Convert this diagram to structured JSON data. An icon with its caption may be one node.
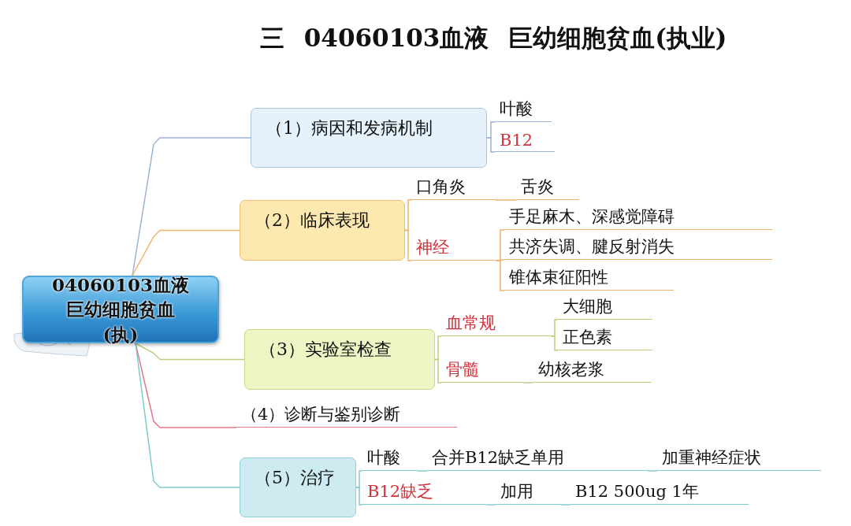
{
  "diagram": {
    "title": "三 04060103血液 巨幼细胞贫血(执业)",
    "nodes": [
      {
        "text": [
          "04060103血液巨幼细胞贫血(执)"
        ]
      },
      {
        "text": [
          "（1）病因和发病机制"
        ]
      },
      {
        "text": [
          "叶酸"
        ]
      },
      {
        "text": [
          "B12"
        ]
      },
      {
        "text": [
          "（2）临床表现"
        ]
      },
      {
        "text": [
          "口角炎"
        ]
      },
      {
        "text": [
          "舌炎"
        ]
      },
      {
        "text": [
          "神经"
        ]
      },
      {
        "text": [
          "手足麻木、深感觉障碍"
        ]
      },
      {
        "text": [
          "共济失调、腱反射消失"
        ]
      },
      {
        "text": [
          "锥体束征阳性"
        ]
      },
      {
        "text": [
          "（3）实验室检查"
        ]
      },
      {
        "text": [
          "血常规"
        ]
      },
      {
        "text": [
          "大细胞"
        ]
      },
      {
        "text": [
          "正色素"
        ]
      },
      {
        "text": [
          "骨髓"
        ]
      },
      {
        "text": [
          "幼核老浆"
        ]
      },
      {
        "text": [
          "（4）诊断与鉴别诊断"
        ]
      },
      {
        "text": [
          "（5）治疗"
        ]
      },
      {
        "text": [
          "叶酸"
        ]
      },
      {
        "text": [
          "合并B12缺乏单用"
        ]
      },
      {
        "text": [
          "加重神经症状"
        ]
      },
      {
        "text": [
          "B12缺乏"
        ]
      },
      {
        "text": [
          "加用"
        ]
      },
      {
        "text": [
          "B12 500ug 1年"
        ]
      }
    ],
    "edges": [
      {
        "from": 0,
        "to": 1,
        "arrow": "none",
        "color": "#9db3d3"
      },
      {
        "from": 1,
        "to": 2,
        "arrow": "none",
        "color": "#9db3d3"
      },
      {
        "from": 1,
        "to": 3,
        "arrow": "none",
        "color": "#9db3d3"
      },
      {
        "from": 0,
        "to": 4,
        "arrow": "none",
        "color": "#efb36a"
      },
      {
        "from": 4,
        "to": 5,
        "arrow": "none",
        "color": "#efb36a"
      },
      {
        "from": 5,
        "to": 6,
        "arrow": "none",
        "color": "#efb36a"
      },
      {
        "from": 4,
        "to": 7,
        "arrow": "none",
        "color": "#efb36a"
      },
      {
        "from": 7,
        "to": 8,
        "arrow": "none",
        "color": "#efb36a"
      },
      {
        "from": 7,
        "to": 9,
        "arrow": "none",
        "color": "#efb36a"
      },
      {
        "from": 7,
        "to": 10,
        "arrow": "none",
        "color": "#efb36a"
      },
      {
        "from": 0,
        "to": 11,
        "arrow": "none",
        "color": "#b9cf7a"
      },
      {
        "from": 11,
        "to": 12,
        "arrow": "none",
        "color": "#b9cf7a"
      },
      {
        "from": 12,
        "to": 13,
        "arrow": "none",
        "color": "#b9cf7a"
      },
      {
        "from": 12,
        "to": 14,
        "arrow": "none",
        "color": "#b9cf7a"
      },
      {
        "from": 11,
        "to": 15,
        "arrow": "none",
        "color": "#b9cf7a"
      },
      {
        "from": 15,
        "to": 16,
        "arrow": "none",
        "color": "#b9cf7a"
      },
      {
        "from": 0,
        "to": 17,
        "arrow": "none",
        "color": "#e0788a"
      },
      {
        "from": 0,
        "to": 18,
        "arrow": "none",
        "color": "#7fcccc"
      },
      {
        "from": 18,
        "to": 19,
        "arrow": "none",
        "color": "#7fcccc"
      },
      {
        "from": 19,
        "to": 20,
        "arrow": "none",
        "color": "#7fcccc"
      },
      {
        "from": 20,
        "to": 21,
        "arrow": "none",
        "color": "#7fcccc"
      },
      {
        "from": 18,
        "to": 22,
        "arrow": "none",
        "color": "#7fcccc"
      },
      {
        "from": 22,
        "to": 23,
        "arrow": "none",
        "color": "#7fcccc"
      },
      {
        "from": 23,
        "to": 24,
        "arrow": "none",
        "color": "#7fcccc"
      }
    ]
  }
}
